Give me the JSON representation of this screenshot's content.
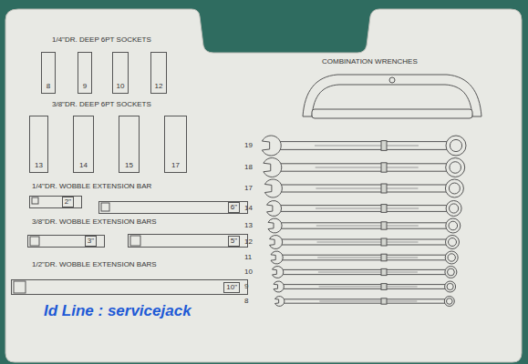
{
  "diagram": {
    "nodes": [
      {
        "text": [
          "8"
        ]
      },
      {
        "text": [
          "9"
        ]
      },
      {
        "text": [
          "10"
        ]
      },
      {
        "text": [
          "12"
        ]
      },
      {
        "text": [
          "13"
        ]
      },
      {
        "text": [
          "14"
        ]
      },
      {
        "text": [
          "15"
        ]
      },
      {
        "text": [
          "17"
        ]
      },
      {
        "text": [
          "2\""
        ]
      },
      {
        "text": [
          "6\""
        ]
      },
      {
        "text": [
          "3\""
        ]
      },
      {
        "text": [
          "5\""
        ]
      },
      {
        "text": [
          "10\""
        ]
      }
    ],
    "labels": [
      "1/4\"DR. DEEP 6PT SOCKETS",
      "3/8\"DR. DEEP 6PT SOCKETS",
      "1/4\"DR. WOBBLE EXTENSION BAR",
      "3/8\"DR. WOBBLE EXTENSION BARS",
      "1/2\"DR. WOBBLE EXTENSION BARS",
      "COMBINATION WRENCHES",
      "19",
      "18",
      "17",
      "14",
      "13",
      "12",
      "11",
      "10",
      "9",
      "8",
      "Id Line : servicejack"
    ]
  }
}
